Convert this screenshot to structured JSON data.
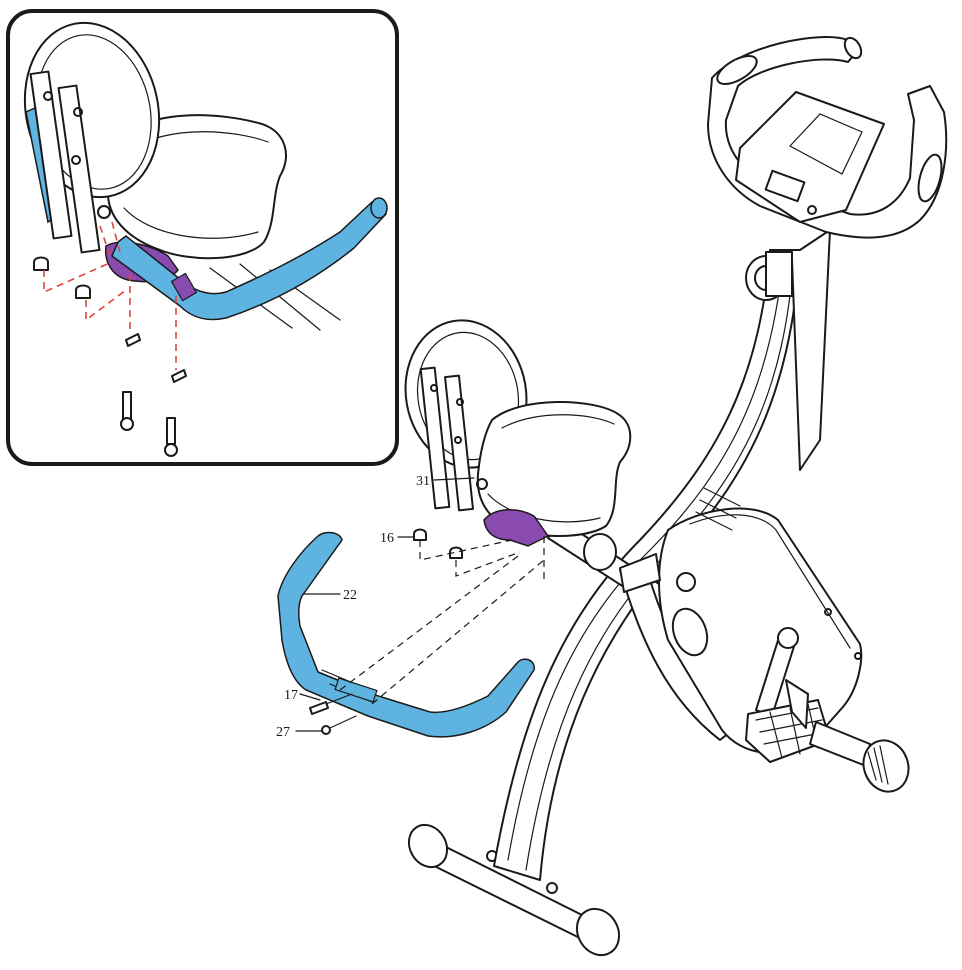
{
  "colors": {
    "handle_blue": "#5fb3e0",
    "bracket_purple": "#8a4bb0",
    "guide_red": "#e0453f",
    "line": "#1a1a1a"
  },
  "callouts": {
    "seat_bracket": "31",
    "cap_nut": "16",
    "handle_bar": "22",
    "washer": "17",
    "bolt": "27"
  }
}
